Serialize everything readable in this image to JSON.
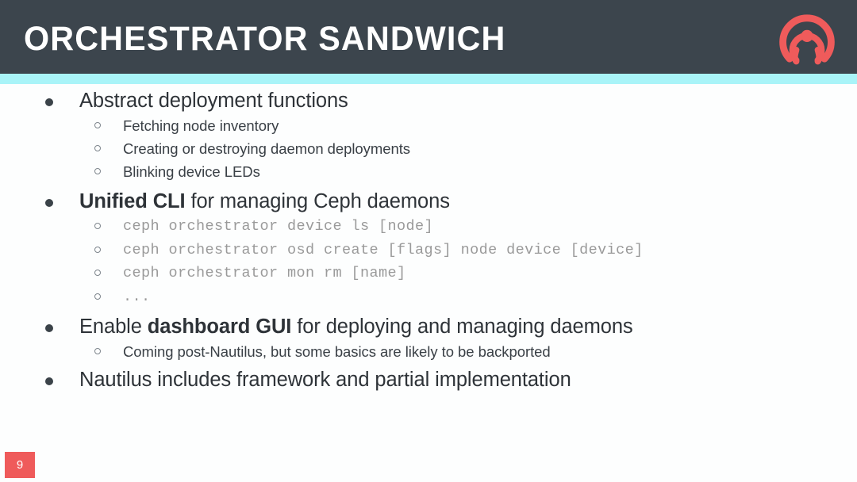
{
  "slide": {
    "title": "ORCHESTRATOR SANDWICH",
    "page_number": "9",
    "colors": {
      "header_bg": "#3c454d",
      "accent_bar": "#a9f4f8",
      "logo": "#ef5b5b",
      "badge": "#ef5b5b",
      "body_text": "#2e3338",
      "code_text": "#9a9a9a",
      "background": "#fdfefe"
    },
    "logo_icon": "ceph-logo-icon"
  },
  "bullets": [
    {
      "level": 1,
      "text": "Abstract deployment functions",
      "bold_prefix": "",
      "style": "text"
    },
    {
      "level": 2,
      "text": "Fetching node inventory",
      "style": "text"
    },
    {
      "level": 2,
      "text": "Creating or destroying daemon deployments",
      "style": "text"
    },
    {
      "level": 2,
      "text": "Blinking device LEDs",
      "style": "text"
    },
    {
      "level": 1,
      "bold_prefix": "Unified CLI",
      "text": " for managing Ceph daemons",
      "style": "text"
    },
    {
      "level": 2,
      "text": "ceph orchestrator device ls [node]",
      "style": "code"
    },
    {
      "level": 2,
      "text": "ceph orchestrator osd create [flags] node device [device]",
      "style": "code"
    },
    {
      "level": 2,
      "text": "ceph orchestrator mon rm [name]",
      "style": "code"
    },
    {
      "level": 2,
      "text": "...",
      "style": "code"
    },
    {
      "level": 1,
      "prefix": "Enable ",
      "bold_prefix": "dashboard GUI",
      "text": " for deploying and managing daemons",
      "style": "text"
    },
    {
      "level": 2,
      "text": "Coming post-Nautilus, but some basics are likely to be backported",
      "style": "text"
    },
    {
      "level": 1,
      "text": "Nautilus includes framework and partial implementation",
      "style": "text"
    }
  ]
}
